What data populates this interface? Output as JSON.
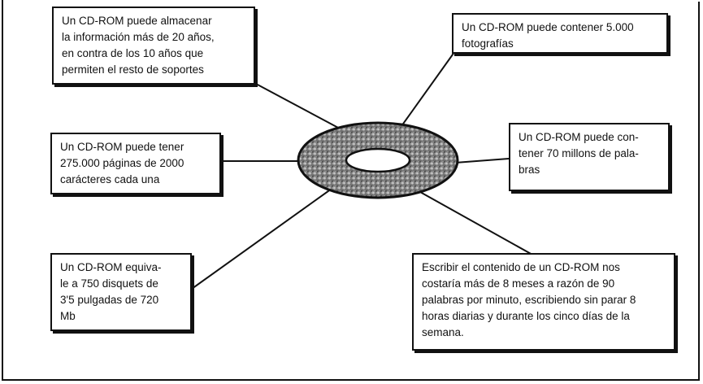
{
  "boxes": [
    {
      "id": "b1",
      "text": "Un CD-ROM puede almacenar\nla información más de 20 años,\nen contra de los 10 años que\npermiten el resto de soportes"
    },
    {
      "id": "b2",
      "text": "Un CD-ROM puede contener 5.000\nfotografías"
    },
    {
      "id": "b3",
      "text": "Un CD-ROM puede tener\n275.000 páginas de 2000\ncarácteres cada una"
    },
    {
      "id": "b4",
      "text": "Un CD-ROM puede con-\ntener 70 millons de pala-\nbras"
    },
    {
      "id": "b5",
      "text": "Un CD-ROM equiva-\nle a 750 disquets de\n3'5 pulgadas de 720\nMb"
    },
    {
      "id": "b6",
      "text": "Escribir el contenido de un CD-ROM nos\ncostaría más de 8 meses  a razón de 90\npalabras por minuto, escribiendo sin parar 8\nhoras diarias y durante los cinco días de la\nsemana."
    }
  ],
  "colors": {
    "ink": "#111111",
    "disc": "#8f8f8f",
    "background": "#ffffff"
  },
  "icons": {
    "center": "cd-rom-disc-icon"
  }
}
